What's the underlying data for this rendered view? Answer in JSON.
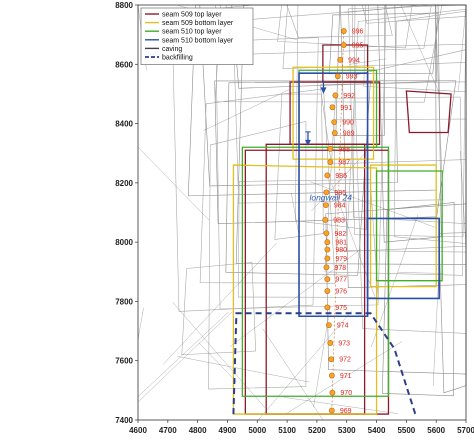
{
  "chart_data": {
    "type": "scatter",
    "xlim": [
      4600,
      5700
    ],
    "ylim": [
      7400,
      8800
    ],
    "x_ticks": [
      "4600",
      "4700",
      "4800",
      "4900",
      "5000",
      "5100",
      "5200",
      "5300",
      "5400",
      "5500",
      "5600",
      "5700"
    ],
    "y_ticks": [
      "7400",
      "7600",
      "7800",
      "8000",
      "8200",
      "8400",
      "8600",
      "8800"
    ],
    "legend": {
      "position": "top-left",
      "entries": [
        {
          "label": "seam 509 top layer",
          "color": "#8b1a2b",
          "style": "solid"
        },
        {
          "label": "seam 509 bottom layer",
          "color": "#e0c020",
          "style": "solid"
        },
        {
          "label": "seam 510 top layer",
          "color": "#3fae2a",
          "style": "solid"
        },
        {
          "label": "seam 510 bottom layer",
          "color": "#2b4fa8",
          "style": "solid"
        },
        {
          "label": "caving",
          "color": "#444444",
          "style": "solid"
        },
        {
          "label": "backfilling",
          "color": "#2b3f8a",
          "style": "dashed"
        }
      ]
    },
    "annotation": "longwall 24",
    "points": [
      {
        "label": "996",
        "x": 5290,
        "y": 8712
      },
      {
        "label": "995",
        "x": 5290,
        "y": 8665
      },
      {
        "label": "994",
        "x": 5278,
        "y": 8615
      },
      {
        "label": "993",
        "x": 5270,
        "y": 8560
      },
      {
        "label": "992",
        "x": 5262,
        "y": 8495
      },
      {
        "label": "991",
        "x": 5252,
        "y": 8455
      },
      {
        "label": "990",
        "x": 5258,
        "y": 8405
      },
      {
        "label": "989",
        "x": 5260,
        "y": 8368
      },
      {
        "label": "988",
        "x": 5245,
        "y": 8315
      },
      {
        "label": "987",
        "x": 5245,
        "y": 8270
      },
      {
        "label": "986",
        "x": 5235,
        "y": 8225
      },
      {
        "label": "985",
        "x": 5232,
        "y": 8168
      },
      {
        "label": "984",
        "x": 5230,
        "y": 8125
      },
      {
        "label": "983",
        "x": 5228,
        "y": 8075
      },
      {
        "label": "982",
        "x": 5232,
        "y": 8030
      },
      {
        "label": "981",
        "x": 5235,
        "y": 8000
      },
      {
        "label": "980",
        "x": 5235,
        "y": 7975
      },
      {
        "label": "979",
        "x": 5235,
        "y": 7945
      },
      {
        "label": "978",
        "x": 5232,
        "y": 7915
      },
      {
        "label": "977",
        "x": 5235,
        "y": 7875
      },
      {
        "label": "976",
        "x": 5235,
        "y": 7835
      },
      {
        "label": "975",
        "x": 5235,
        "y": 7780
      },
      {
        "label": "974",
        "x": 5240,
        "y": 7720
      },
      {
        "label": "973",
        "x": 5245,
        "y": 7660
      },
      {
        "label": "972",
        "x": 5248,
        "y": 7605
      },
      {
        "label": "971",
        "x": 5250,
        "y": 7550
      },
      {
        "label": "970",
        "x": 5252,
        "y": 7492
      },
      {
        "label": "969",
        "x": 5250,
        "y": 7432
      }
    ],
    "polygons": {
      "seam509_top": [
        [
          [
            5030,
            8330
          ],
          [
            5360,
            8330
          ],
          [
            5360,
            7420
          ],
          [
            5030,
            7420
          ]
        ],
        [
          [
            4960,
            8310
          ],
          [
            5440,
            8310
          ],
          [
            5440,
            7420
          ],
          [
            4960,
            7420
          ]
        ],
        [
          [
            5110,
            8540
          ],
          [
            5410,
            8540
          ],
          [
            5410,
            8330
          ],
          [
            5110,
            8330
          ]
        ],
        [
          [
            5220,
            8665
          ],
          [
            5370,
            8665
          ],
          [
            5370,
            8540
          ],
          [
            5220,
            8540
          ]
        ],
        [
          [
            5500,
            8510
          ],
          [
            5650,
            8500
          ],
          [
            5640,
            8370
          ],
          [
            5510,
            8370
          ]
        ]
      ],
      "seam509_bottom": [
        [
          [
            4920,
            8260
          ],
          [
            5400,
            8250
          ],
          [
            5400,
            7420
          ],
          [
            4920,
            7420
          ]
        ],
        [
          [
            5380,
            8260
          ],
          [
            5600,
            8260
          ],
          [
            5600,
            7850
          ],
          [
            5380,
            7850
          ]
        ],
        [
          [
            5120,
            8590
          ],
          [
            5390,
            8590
          ],
          [
            5390,
            8280
          ],
          [
            5120,
            8280
          ]
        ]
      ],
      "seam510_top": [
        [
          [
            4950,
            8320
          ],
          [
            5440,
            8320
          ],
          [
            5440,
            7480
          ],
          [
            4950,
            7480
          ]
        ],
        [
          [
            5140,
            8580
          ],
          [
            5400,
            8580
          ],
          [
            5400,
            8320
          ],
          [
            5140,
            8320
          ]
        ],
        [
          [
            5400,
            8240
          ],
          [
            5620,
            8240
          ],
          [
            5620,
            7870
          ],
          [
            5400,
            7870
          ]
        ]
      ],
      "seam510_bottom": [
        [
          [
            5140,
            8570
          ],
          [
            5370,
            8570
          ],
          [
            5370,
            7750
          ],
          [
            5140,
            7750
          ]
        ],
        [
          [
            5370,
            8080
          ],
          [
            5610,
            8080
          ],
          [
            5610,
            7810
          ],
          [
            5370,
            7810
          ]
        ]
      ],
      "backfilling": [
        [
          [
            4920,
            7420
          ],
          [
            4930,
            7760
          ],
          [
            5320,
            7760
          ],
          [
            5380,
            7760
          ],
          [
            5460,
            7640
          ],
          [
            5530,
            7420
          ]
        ]
      ]
    }
  }
}
